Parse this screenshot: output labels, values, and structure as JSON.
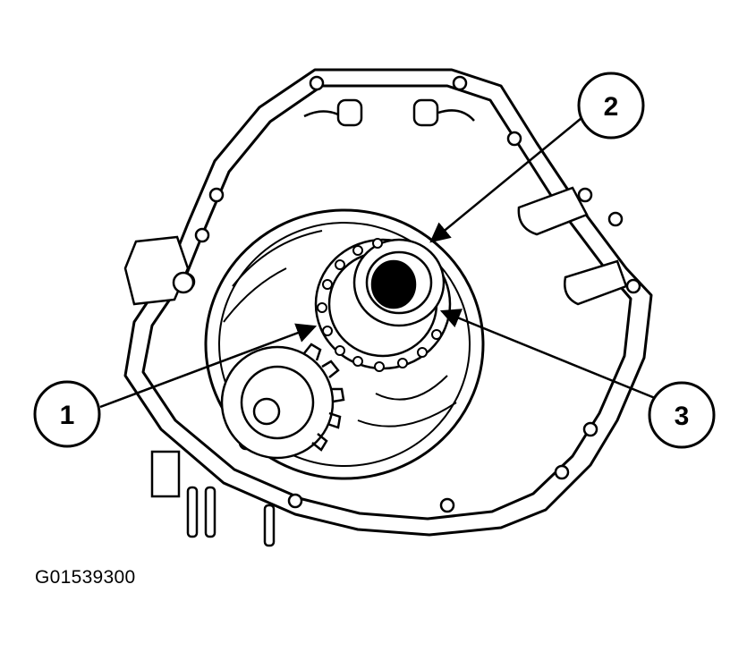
{
  "figure": {
    "id": "G01539300"
  },
  "callouts": [
    {
      "label": "1"
    },
    {
      "label": "2"
    },
    {
      "label": "3"
    }
  ]
}
